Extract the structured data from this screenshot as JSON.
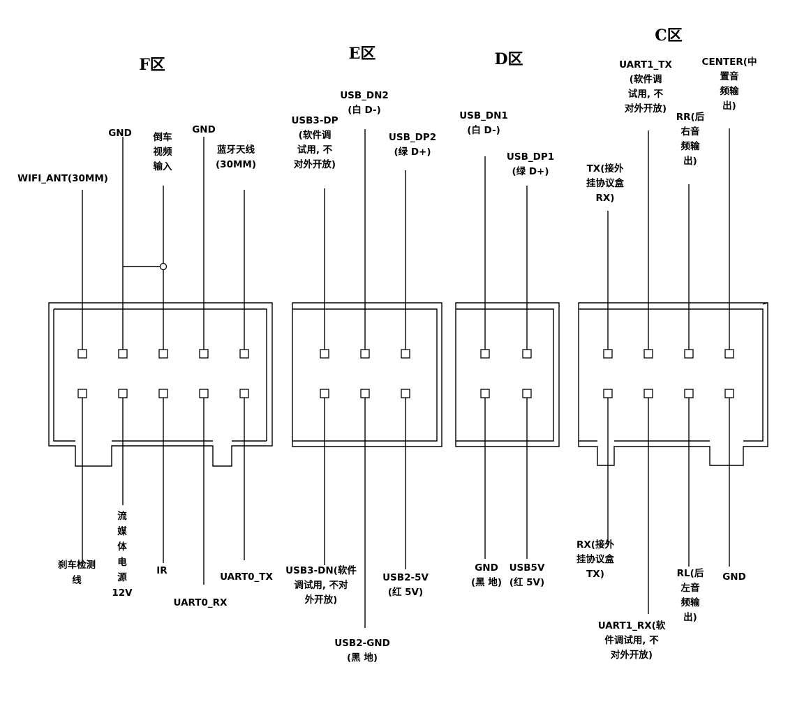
{
  "zones": {
    "F": {
      "title": "F区"
    },
    "E": {
      "title": "E区"
    },
    "D": {
      "title": "D区"
    },
    "C": {
      "title": "C区"
    }
  },
  "pins": {
    "f_top_wifi": [
      "WIFI_ANT(30MM)"
    ],
    "f_top_gnd1": [
      "GND"
    ],
    "f_top_reverse_video": [
      "倒车",
      "视频",
      "输入"
    ],
    "f_top_gnd2": [
      "GND"
    ],
    "f_top_bt_ant": [
      "蓝牙天线",
      "(30MM)"
    ],
    "f_bot_brake": [
      "刹车检测",
      "线"
    ],
    "f_bot_stream_power": [
      "流",
      "媒",
      "体",
      "电",
      "源",
      "12V"
    ],
    "f_bot_ir": [
      "IR"
    ],
    "f_bot_uart0_rx": [
      "UART0_RX"
    ],
    "f_bot_uart0_tx": [
      "UART0_TX"
    ],
    "e_top_usb3_dp": [
      "USB3-DP",
      "(软件调",
      "试用, 不",
      "对外开放)"
    ],
    "e_top_usb_dn2": [
      "USB_DN2",
      "(白 D-)"
    ],
    "e_top_usb_dp2": [
      "USB_DP2",
      "(绿 D+)"
    ],
    "e_bot_usb3_dn": [
      "USB3-DN(软件",
      "调试用, 不对",
      "外开放)"
    ],
    "e_bot_usb2_gnd": [
      "USB2-GND",
      "(黑 地)"
    ],
    "e_bot_usb2_5v": [
      "USB2-5V",
      "(红 5V)"
    ],
    "d_top_usb_dn1": [
      "USB_DN1",
      "(白 D-)"
    ],
    "d_top_usb_dp1": [
      "USB_DP1",
      "(绿 D+)"
    ],
    "d_bot_gnd": [
      "GND",
      "(黑 地)"
    ],
    "d_bot_usb5v": [
      "USB5V",
      "(红 5V)"
    ],
    "c_top_tx": [
      "TX(接外",
      "挂协议盒",
      "RX)"
    ],
    "c_top_uart1_tx": [
      "UART1_TX",
      "(软件调",
      "试用, 不",
      "对外开放)"
    ],
    "c_top_rr": [
      "RR(后",
      "右音",
      "频输",
      "出)"
    ],
    "c_top_center": [
      "CENTER(中",
      "置音",
      "频输",
      "出)"
    ],
    "c_bot_rx": [
      "RX(接外",
      "挂协议盒",
      "TX)"
    ],
    "c_bot_uart1_rx": [
      "UART1_RX(软",
      "件调试用, 不",
      "对外开放)"
    ],
    "c_bot_rl": [
      "RL(后",
      "左音",
      "频输",
      "出)"
    ],
    "c_bot_gnd": [
      "GND"
    ]
  }
}
